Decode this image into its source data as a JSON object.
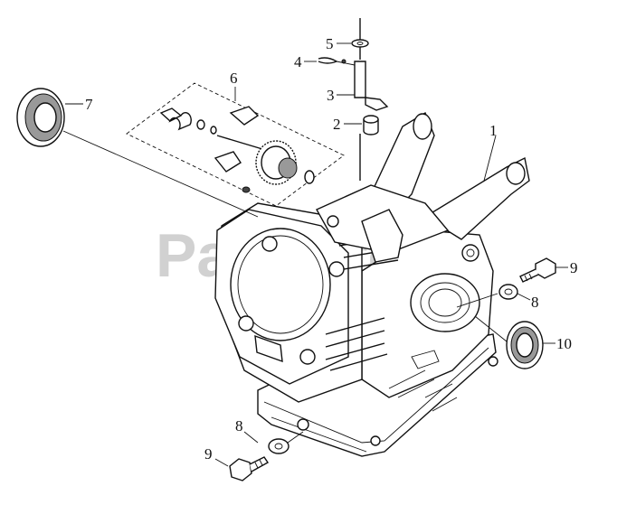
{
  "watermark": {
    "text": "PartsTree"
  },
  "callouts": [
    {
      "id": "1",
      "label": "1"
    },
    {
      "id": "2",
      "label": "2"
    },
    {
      "id": "3",
      "label": "3"
    },
    {
      "id": "4",
      "label": "4"
    },
    {
      "id": "5",
      "label": "5"
    },
    {
      "id": "6",
      "label": "6"
    },
    {
      "id": "7",
      "label": "7"
    },
    {
      "id": "8a",
      "label": "8"
    },
    {
      "id": "8b",
      "label": "8"
    },
    {
      "id": "9a",
      "label": "9"
    },
    {
      "id": "9b",
      "label": "9"
    },
    {
      "id": "10",
      "label": "10"
    }
  ]
}
